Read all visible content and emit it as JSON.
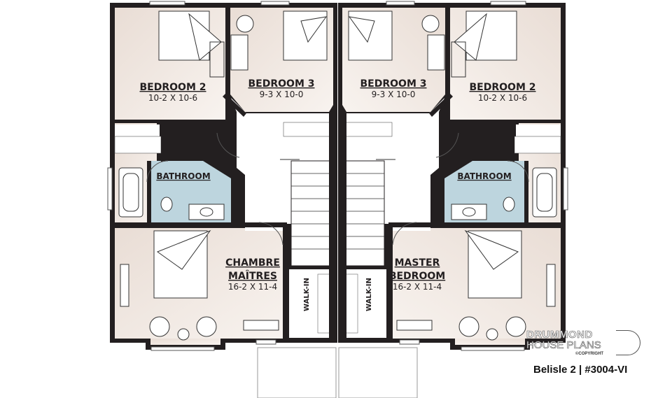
{
  "plan": {
    "left_unit": {
      "bedroom2": {
        "name": "BEDROOM 2",
        "dims": "10-2 X 10-6"
      },
      "bedroom3": {
        "name": "BEDROOM 3",
        "dims": "9-3 X 10-0"
      },
      "bathroom": "BATHROOM",
      "master": {
        "name_line1": "CHAMBRE",
        "name_line2": "MAÎTRES",
        "dims": "16-2 X 11-4"
      },
      "walkin": "WALK-IN"
    },
    "right_unit": {
      "bedroom3": {
        "name": "BEDROOM 3",
        "dims": "9-3 X 10-0"
      },
      "bedroom2": {
        "name": "BEDROOM 2",
        "dims": "10-2 X 10-6"
      },
      "bathroom": "BATHROOM",
      "master": {
        "name_line1": "MASTER",
        "name_line2": "BEDROOM",
        "dims": "16-2 X 11-4"
      },
      "walkin": "WALK-IN"
    }
  },
  "colors": {
    "wall": "#231f20",
    "room": "#efe5de",
    "bathroom": "#bdd5de",
    "hall": "#ffffff"
  },
  "logo": {
    "line1": "DRUMMOND",
    "line2": "HOUSE PLANS",
    "copyright": "©COPYRIGHT"
  },
  "title": "Belisle 2 | #3004-VI"
}
